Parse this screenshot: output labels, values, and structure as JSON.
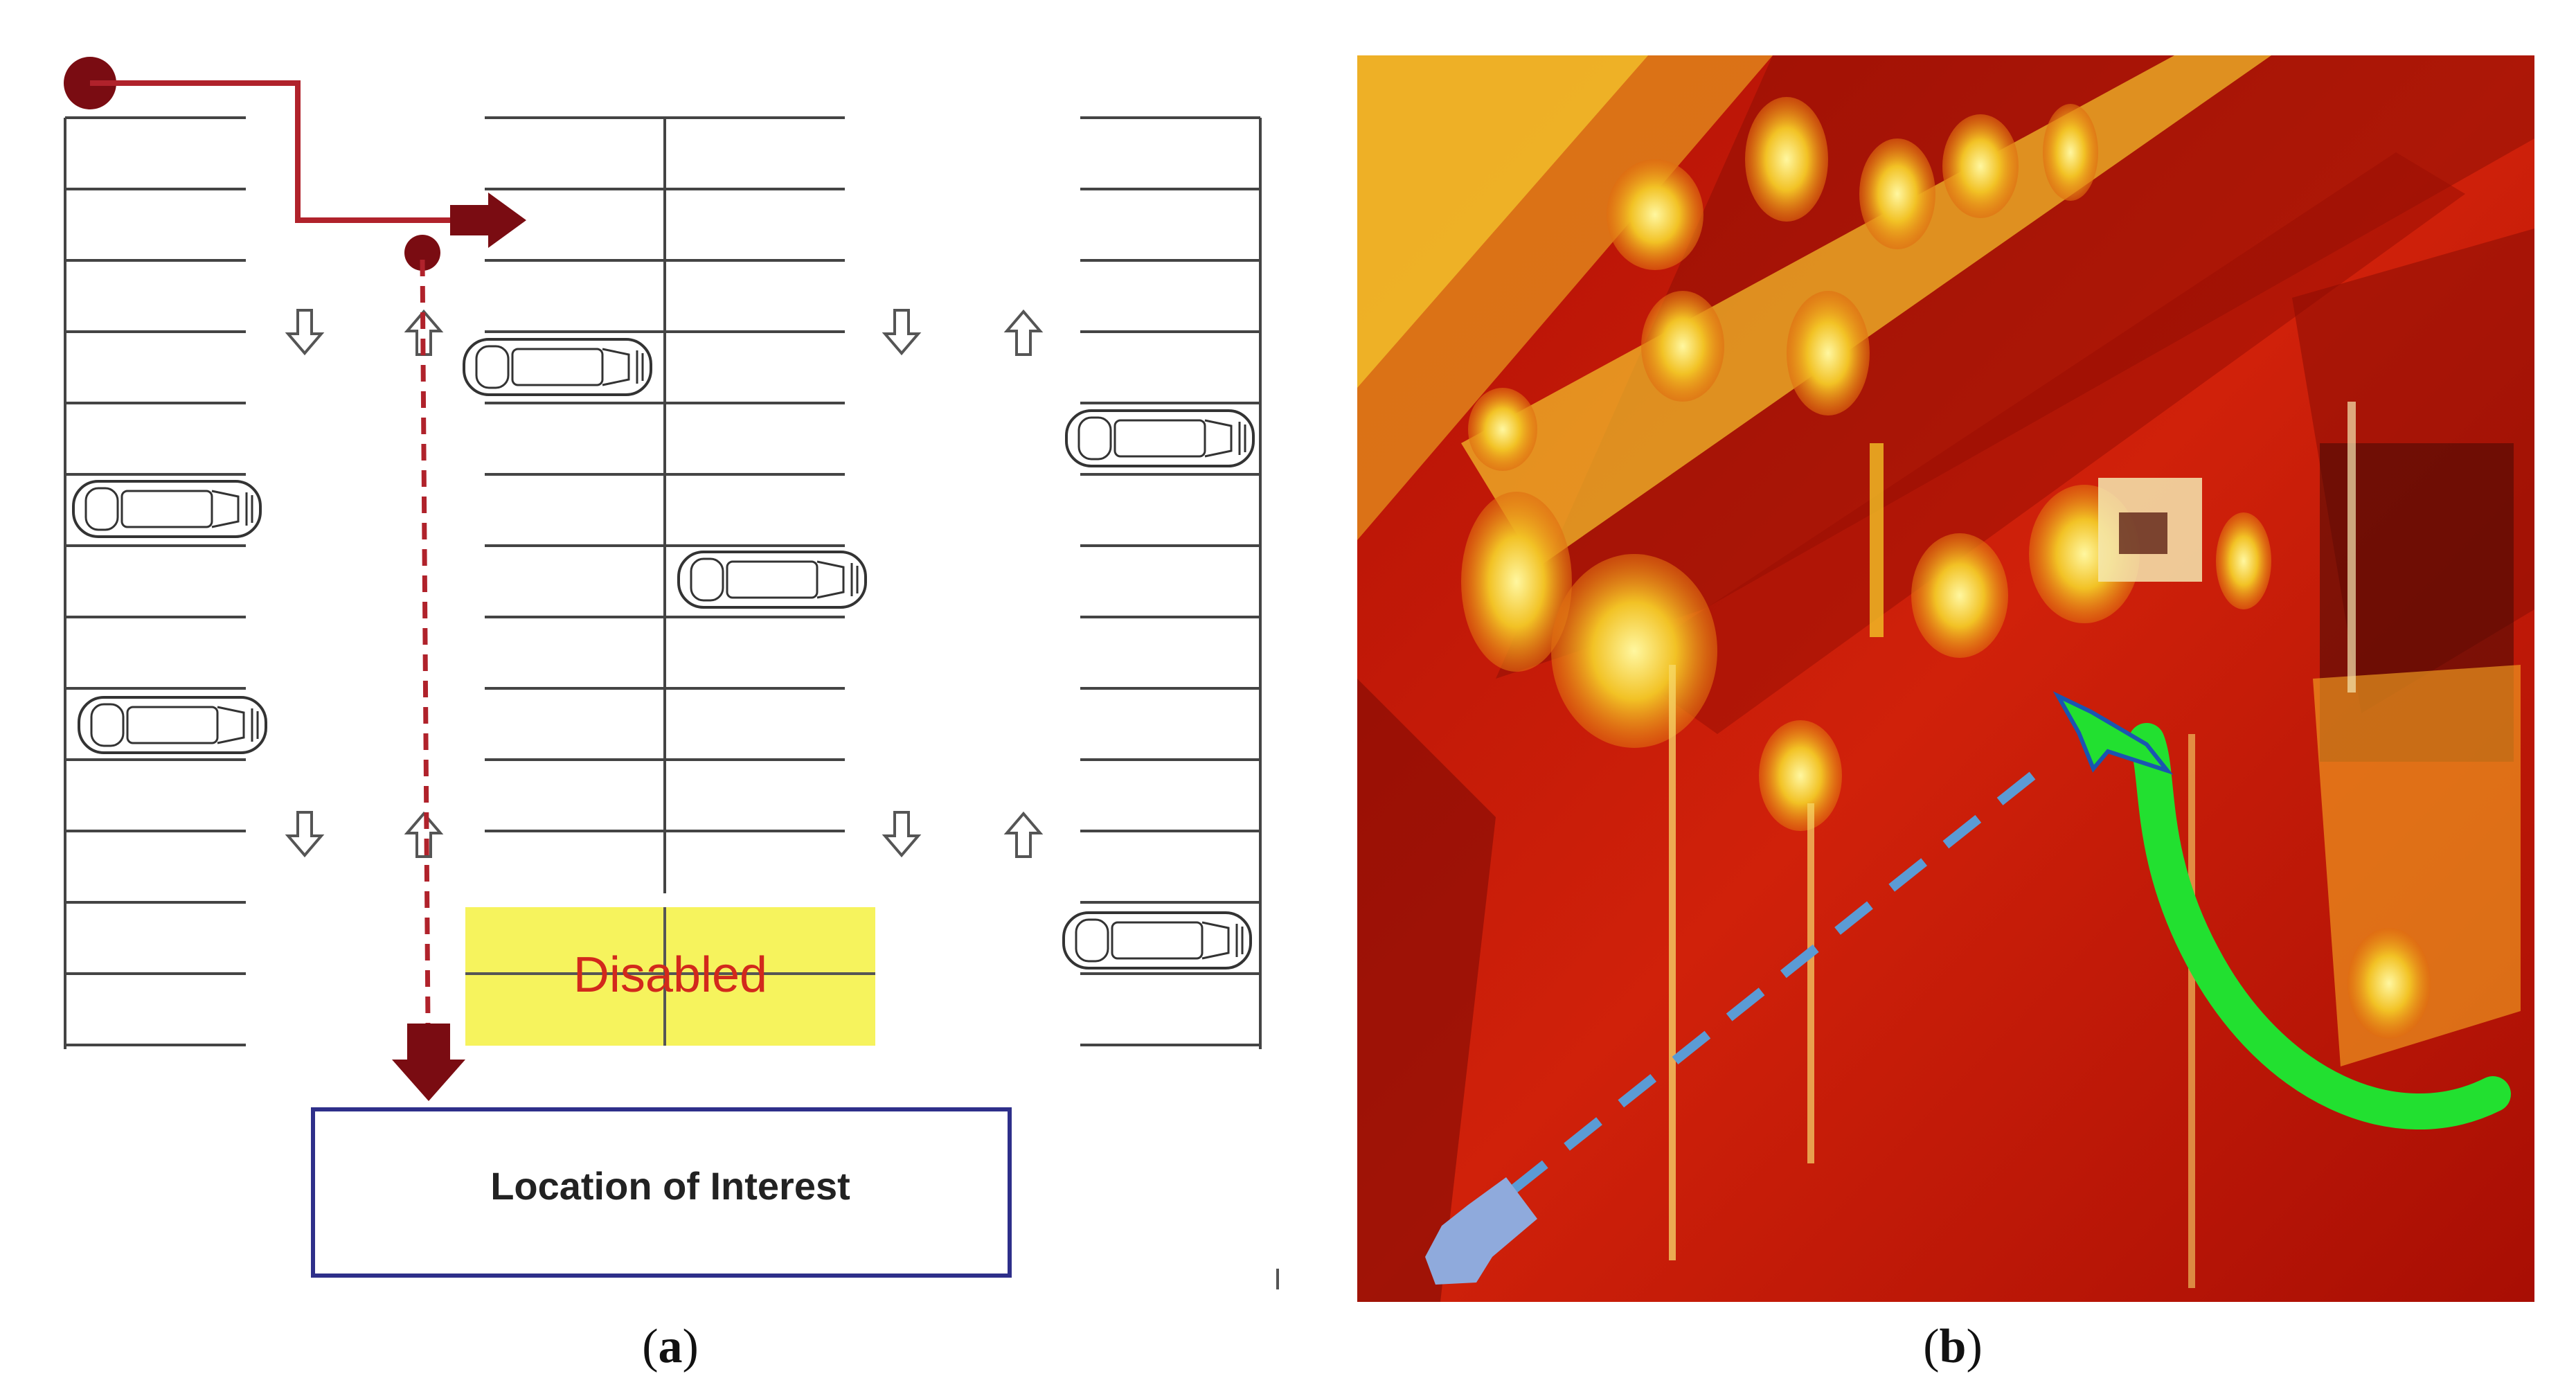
{
  "panel_a": {
    "disabled_label": "Disabled",
    "location_label": "Location of Interest",
    "caption_letter": "a",
    "colors": {
      "route": "#7a0c12",
      "route_line": "#b0222b",
      "disabled_bg": "#f6f35d",
      "disabled_text": "#d2291c",
      "location_border": "#2e2f8a",
      "lines": "#444444"
    },
    "icons": [
      "start-dot-icon",
      "right-arrow-icon",
      "down-arrow-icon",
      "up-arrow-icon",
      "car-icon"
    ]
  },
  "panel_b": {
    "caption_letter": "b",
    "colors": {
      "green_path": "#22e030",
      "green_arrow_border": "#1a55b0",
      "blue_dash": "#5b9bd5",
      "blue_arrow": "#8faadc",
      "background": "#c81a08"
    },
    "icons": [
      "green-arrow-icon",
      "blue-arrow-icon"
    ]
  }
}
